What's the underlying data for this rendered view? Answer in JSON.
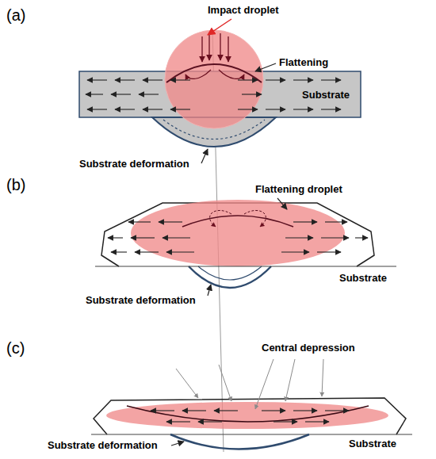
{
  "diagram": {
    "nodes": [
      {
        "text": [
          "Substrate"
        ]
      }
    ],
    "labels": [
      "(a)",
      "Impact droplet",
      "Flattening",
      "Substrate deformation",
      "(b)",
      "Flattening droplet",
      "Substrate deformation",
      "Substrate",
      "(c)",
      "Central depression",
      "Substrate deformation",
      "Substrate"
    ]
  }
}
